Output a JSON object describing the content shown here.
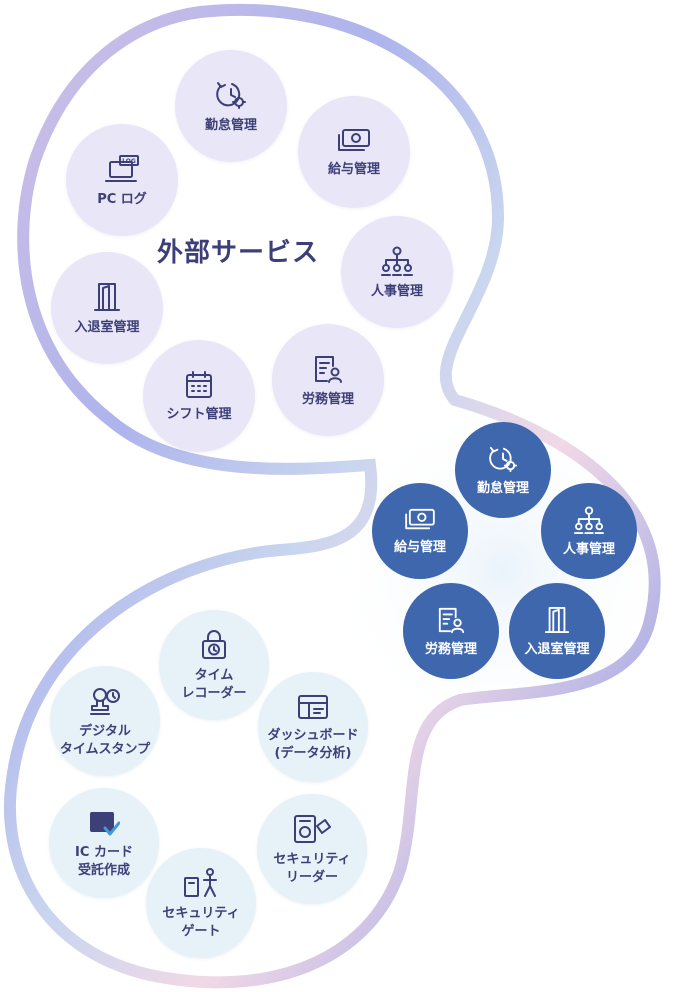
{
  "title": "外部サービス",
  "colors": {
    "outline_gradient": [
      "#d0bfe6",
      "#aeb4ec",
      "#c9d6ef",
      "#f1d9e6",
      "#b7b5e6",
      "#e2c7e8"
    ],
    "top_bubble_bg": "#e8e6f7",
    "top_bubble_text": "#3d3f78",
    "middle_bubble_bg": "#3f67ad",
    "middle_bubble_text": "#ffffff",
    "bottom_bubble_bg": "#e7f1f8",
    "bottom_bubble_text": "#3d3f78"
  },
  "external_services": [
    {
      "label": "勤怠管理",
      "icon": "clock-gear-icon"
    },
    {
      "label": "給与管理",
      "icon": "money-icon"
    },
    {
      "label": "人事管理",
      "icon": "org-chart-icon"
    },
    {
      "label": "労務管理",
      "icon": "document-person-icon"
    },
    {
      "label": "シフト管理",
      "icon": "calendar-icon"
    },
    {
      "label": "入退室管理",
      "icon": "door-icon"
    },
    {
      "label": "PC ログ",
      "icon": "pc-log-icon"
    }
  ],
  "core_modules": [
    {
      "label": "勤怠管理",
      "icon": "clock-gear-icon"
    },
    {
      "label": "給与管理",
      "icon": "money-icon"
    },
    {
      "label": "人事管理",
      "icon": "org-chart-icon"
    },
    {
      "label": "労務管理",
      "icon": "document-person-icon"
    },
    {
      "label": "入退室管理",
      "icon": "door-icon"
    }
  ],
  "devices": [
    {
      "label": "タイム\nレコーダー",
      "icon": "lock-clock-icon"
    },
    {
      "label": "ダッシュボード\n(データ分析)",
      "icon": "dashboard-icon"
    },
    {
      "label": "セキュリティ\nリーダー",
      "icon": "security-reader-icon"
    },
    {
      "label": "セキュリティ\nゲート",
      "icon": "security-gate-icon"
    },
    {
      "label": "IC カード\n受託作成",
      "icon": "ic-card-icon"
    },
    {
      "label": "デジタル\nタイムスタンプ",
      "icon": "timestamp-icon"
    }
  ]
}
